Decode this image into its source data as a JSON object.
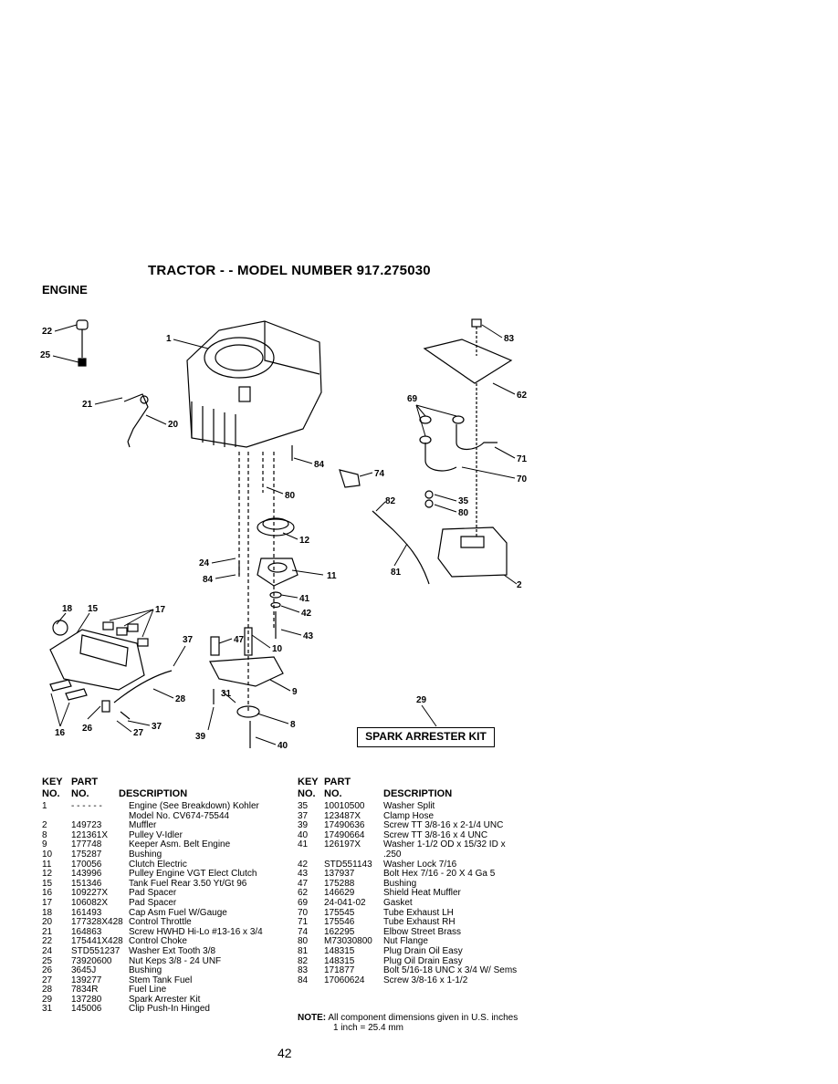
{
  "page": {
    "title": "TRACTOR - - MODEL NUMBER 917.275030",
    "section": "ENGINE",
    "kit_label": "SPARK ARRESTER KIT",
    "page_number": "42"
  },
  "callouts": [
    "22",
    "25",
    "1",
    "21",
    "20",
    "84",
    "74",
    "80",
    "82",
    "12",
    "24",
    "84",
    "11",
    "41",
    "42",
    "43",
    "47",
    "10",
    "9",
    "31",
    "8",
    "39",
    "40",
    "18",
    "15",
    "17",
    "37",
    "28",
    "37",
    "27",
    "26",
    "16",
    "83",
    "62",
    "69",
    "71",
    "70",
    "35",
    "80",
    "81",
    "2",
    "29"
  ],
  "headers": {
    "key1": "KEY",
    "key2": "NO.",
    "part1": "PART",
    "part2": "NO.",
    "desc": "DESCRIPTION"
  },
  "left_parts": [
    {
      "key": "1",
      "part": "- - - - - -",
      "desc": "Engine (See Breakdown) Kohler"
    },
    {
      "key": "",
      "part": "",
      "desc": "Model No. CV674-75544"
    },
    {
      "key": "2",
      "part": "149723",
      "desc": "Muffler"
    },
    {
      "key": "8",
      "part": "121361X",
      "desc": "Pulley V-Idler"
    },
    {
      "key": "9",
      "part": "177748",
      "desc": "Keeper Asm. Belt Engine"
    },
    {
      "key": "10",
      "part": "175287",
      "desc": "Bushing"
    },
    {
      "key": "11",
      "part": "170056",
      "desc": "Clutch Electric"
    },
    {
      "key": "12",
      "part": "143996",
      "desc": "Pulley Engine VGT Elect Clutch"
    },
    {
      "key": "15",
      "part": "151346",
      "desc": "Tank Fuel Rear 3.50 Yt/Gt 96"
    },
    {
      "key": "16",
      "part": "109227X",
      "desc": "Pad Spacer"
    },
    {
      "key": "17",
      "part": "106082X",
      "desc": "Pad Spacer"
    },
    {
      "key": "18",
      "part": "161493",
      "desc": "Cap Asm Fuel W/Gauge"
    },
    {
      "key": "20",
      "part": "177328X428",
      "desc": "Control Throttle"
    },
    {
      "key": "21",
      "part": "164863",
      "desc": "Screw HWHD Hi-Lo #13-16 x 3/4"
    },
    {
      "key": "22",
      "part": "175441X428",
      "desc": "Control Choke"
    },
    {
      "key": "24",
      "part": "STD551237",
      "desc": "Washer Ext Tooth 3/8"
    },
    {
      "key": "25",
      "part": "73920600",
      "desc": "Nut Keps 3/8 - 24 UNF"
    },
    {
      "key": "26",
      "part": "3645J",
      "desc": "Bushing"
    },
    {
      "key": "27",
      "part": "139277",
      "desc": "Stem Tank Fuel"
    },
    {
      "key": "28",
      "part": "7834R",
      "desc": "Fuel Line"
    },
    {
      "key": "29",
      "part": "137280",
      "desc": "Spark Arrester Kit"
    },
    {
      "key": "31",
      "part": "145006",
      "desc": "Clip Push-In Hinged"
    }
  ],
  "right_parts": [
    {
      "key": "35",
      "part": "10010500",
      "desc": "Washer Split"
    },
    {
      "key": "37",
      "part": "123487X",
      "desc": "Clamp Hose"
    },
    {
      "key": "39",
      "part": "17490636",
      "desc": "Screw TT 3/8-16 x 2-1/4 UNC"
    },
    {
      "key": "40",
      "part": "17490664",
      "desc": "Screw TT 3/8-16 x 4 UNC"
    },
    {
      "key": "41",
      "part": "126197X",
      "desc": "Washer 1-1/2 OD x 15/32 ID x"
    },
    {
      "key": "",
      "part": "",
      "desc": ".250"
    },
    {
      "key": "42",
      "part": "STD551143",
      "desc": "Washer Lock 7/16"
    },
    {
      "key": "43",
      "part": "137937",
      "desc": "Bolt Hex 7/16 - 20 X 4 Ga 5"
    },
    {
      "key": "47",
      "part": "175288",
      "desc": "Bushing"
    },
    {
      "key": "62",
      "part": "146629",
      "desc": "Shield Heat Muffler"
    },
    {
      "key": "69",
      "part": "24-041-02",
      "desc": "Gasket"
    },
    {
      "key": "70",
      "part": "175545",
      "desc": "Tube Exhaust LH"
    },
    {
      "key": "71",
      "part": "175546",
      "desc": "Tube Exhaust RH"
    },
    {
      "key": "74",
      "part": "162295",
      "desc": "Elbow Street Brass"
    },
    {
      "key": "80",
      "part": "M73030800",
      "desc": "Nut Flange"
    },
    {
      "key": "81",
      "part": "148315",
      "desc": "Plug Drain Oil Easy"
    },
    {
      "key": "82",
      "part": "148315",
      "desc": "Plug Oil Drain Easy"
    },
    {
      "key": "83",
      "part": "171877",
      "desc": "Bolt 5/16-18 UNC x 3/4 W/ Sems"
    },
    {
      "key": "84",
      "part": "17060624",
      "desc": "Screw 3/8-16 x 1-1/2"
    }
  ],
  "note": {
    "label": "NOTE:",
    "text": "All component dimensions given in U.S. inches",
    "conversion": "1 inch = 25.4 mm"
  }
}
